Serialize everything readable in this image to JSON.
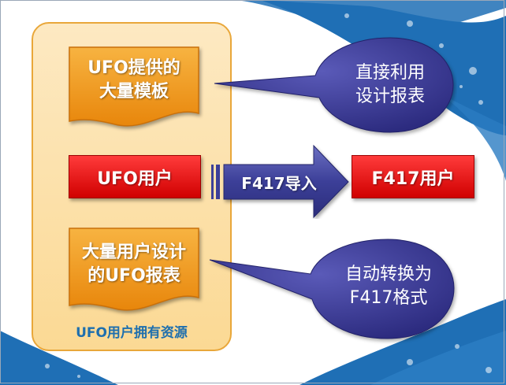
{
  "panel": {
    "caption": "UFO用户拥有资源"
  },
  "left_items": {
    "templates": {
      "line1": "UFO提供的",
      "line2": "大量模板"
    },
    "users": {
      "label": "UFO用户"
    },
    "reports": {
      "line1": "大量用户设计",
      "line2": "的UFO报表"
    }
  },
  "arrow": {
    "label": "F417导入"
  },
  "target": {
    "label": "F417用户"
  },
  "bubbles": {
    "direct": {
      "line1": "直接利用",
      "line2": "设计报表"
    },
    "convert": {
      "line1": "自动转换为",
      "line2": "F417格式"
    }
  },
  "colors": {
    "orange": "#f39c1a",
    "red": "#e00000",
    "navy": "#3b3a8e",
    "blue_bg": "#1f6fb5"
  }
}
